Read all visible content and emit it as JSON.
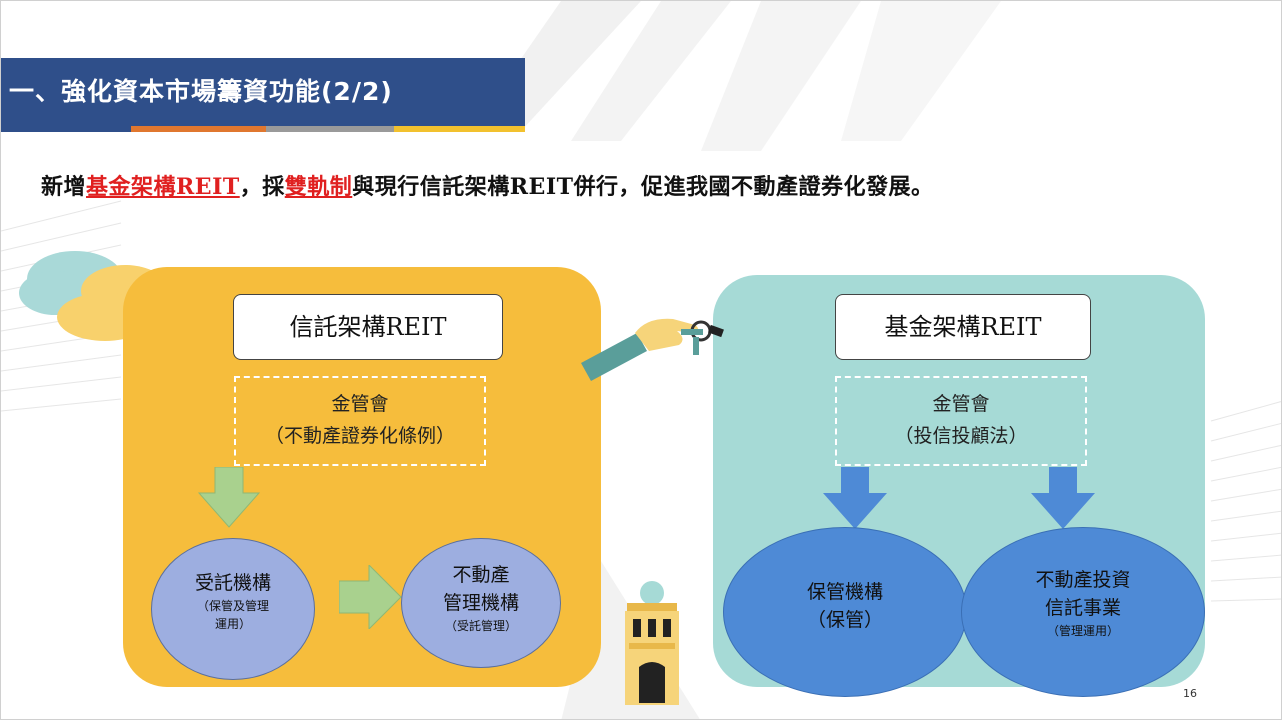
{
  "slide": {
    "title": "一、強化資本市場籌資功能(2/2)",
    "subtitle_parts": {
      "p1": "新增",
      "p2": "基金架構REIT",
      "p3": "，採",
      "p4": "雙軌制",
      "p5": "與現行信託架構REIT併行，促進我國不動產證券化發展。"
    },
    "page_number": "16"
  },
  "left_panel": {
    "heading": "信託架構REIT",
    "regulator": "金管會",
    "law": "（不動產證券化條例）",
    "trustee": {
      "line1": "受託機構",
      "note1": "（保管及管理",
      "note2": "運用）"
    },
    "manager": {
      "line1": "不動產",
      "line2": "管理機構",
      "note": "（受託管理）"
    }
  },
  "right_panel": {
    "heading": "基金架構REIT",
    "regulator": "金管會",
    "law": "（投信投顧法）",
    "custodian": {
      "line1": "保管機構",
      "line2": "（保管）"
    },
    "reit_company": {
      "line1": "不動產投資",
      "line2": "信託事業",
      "note": "（管理運用）"
    }
  },
  "colors": {
    "title_bar": "#2f4f8a",
    "left_panel": "#f6bd3c",
    "right_panel": "#a6dad6",
    "highlight": "#e02020",
    "light_ellipse": "#9daee0",
    "blue_ellipse": "#4e8ad6"
  },
  "icons": [
    "cloud-icon",
    "key-hand-icon",
    "building-icon",
    "down-arrow-icon",
    "right-arrow-icon"
  ]
}
